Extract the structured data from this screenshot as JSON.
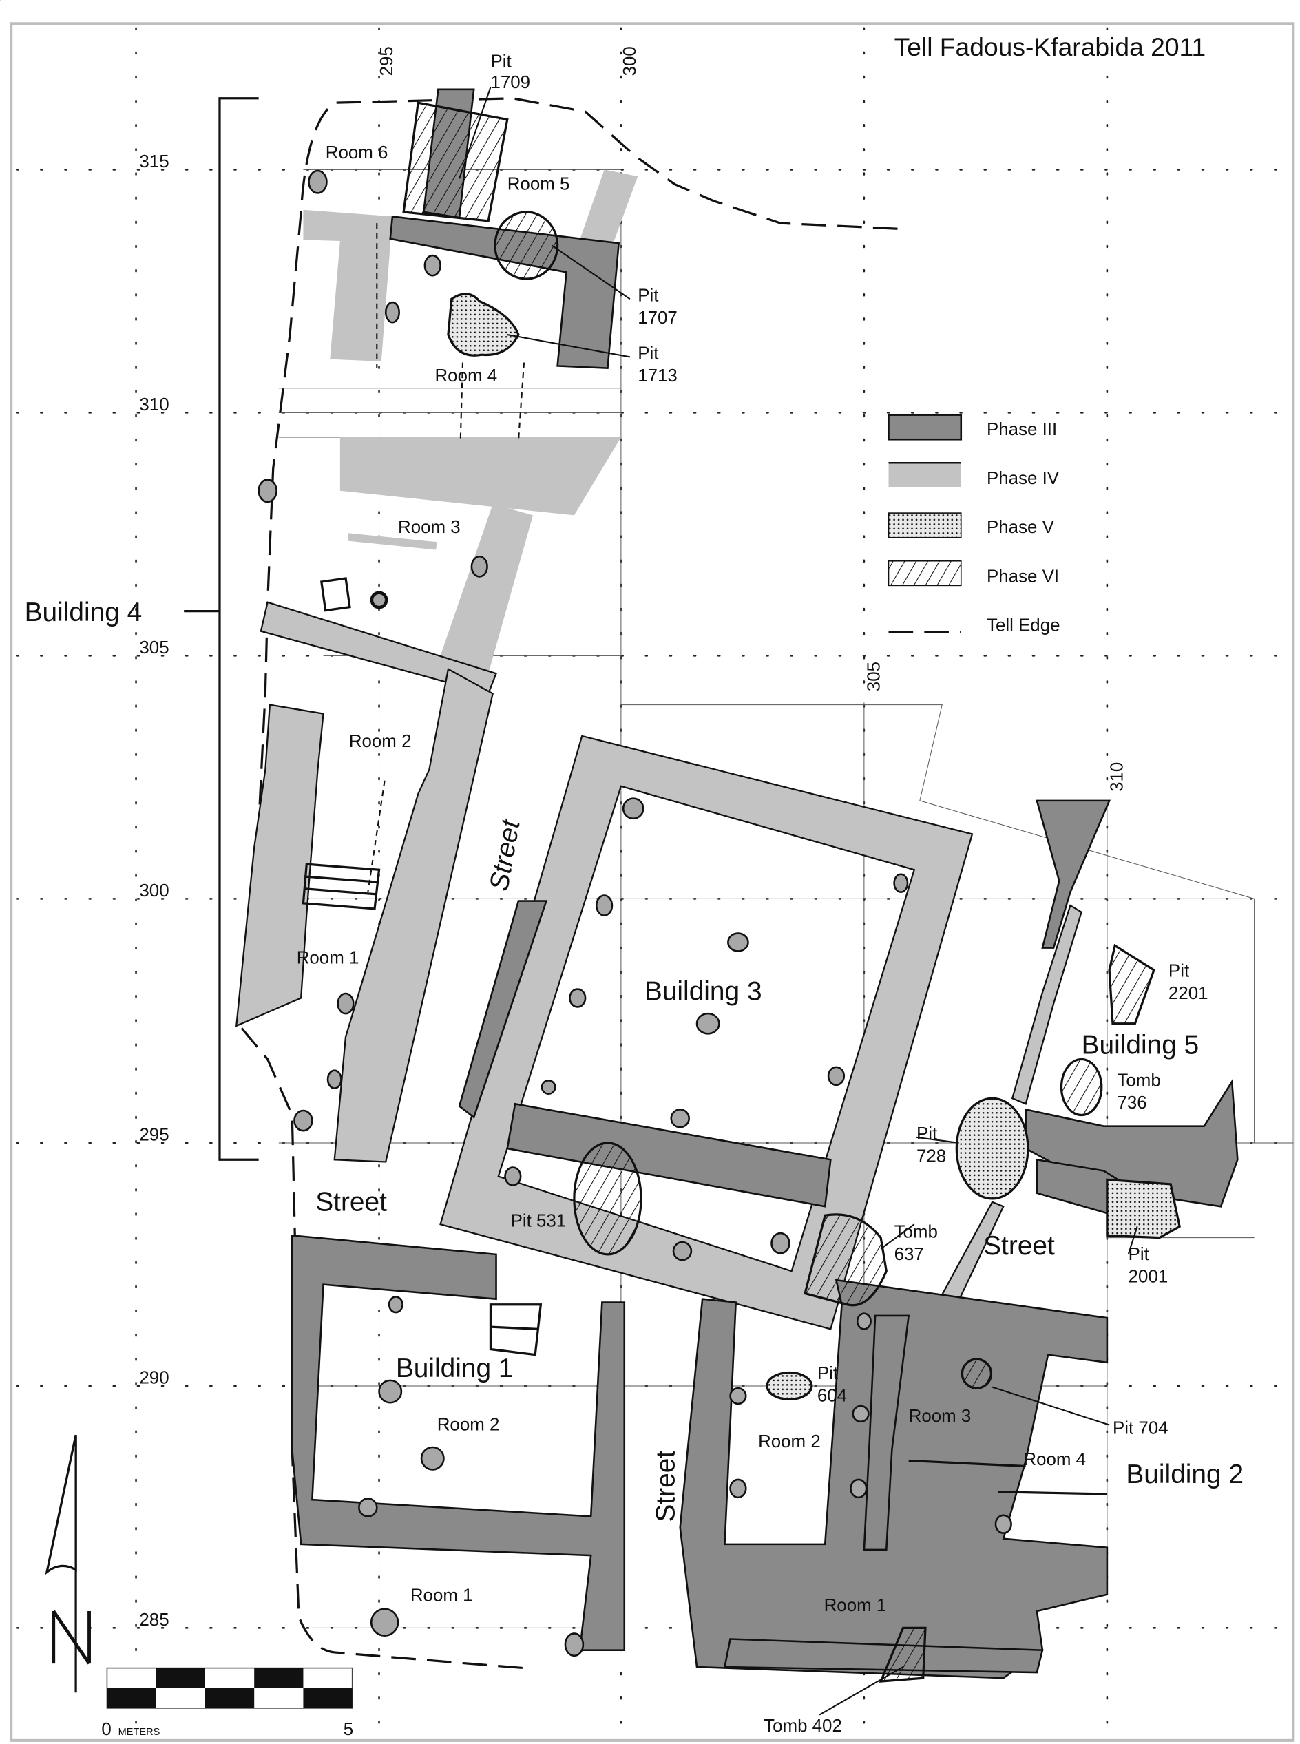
{
  "title": "Tell Fadous-Kfarabida 2011",
  "grid": {
    "easting": [
      "295",
      "300",
      "305",
      "310"
    ],
    "northing": [
      "315",
      "310",
      "305",
      "300",
      "295",
      "290",
      "285"
    ]
  },
  "legend": [
    {
      "label": "Phase III",
      "fill": "#8a8a8a"
    },
    {
      "label": "Phase IV",
      "fill": "#c3c3c3"
    },
    {
      "label": "Phase V",
      "fill": "dotted"
    },
    {
      "label": "Phase VI",
      "fill": "hatched"
    },
    {
      "label": "Tell Edge",
      "fill": "dashed-line"
    }
  ],
  "labels": {
    "pit1709": [
      "Pit",
      "1709"
    ],
    "room6_b4": "Room 6",
    "room5_b4": "Room 5",
    "pit1707": [
      "Pit",
      "1707"
    ],
    "pit1713": [
      "Pit",
      "1713"
    ],
    "room4_b4": "Room 4",
    "room3_b4": "Room 3",
    "building4": "Building 4",
    "room2_b4": "Room 2",
    "street_n": "Street",
    "room1_b4": "Room 1",
    "building3": "Building 3",
    "street_w": "Street",
    "pit531": "Pit 531",
    "tomb637": [
      "Tomb",
      "637"
    ],
    "street_e": "Street",
    "pit728": [
      "Pit",
      "728"
    ],
    "pit2201": [
      "Pit",
      "2201"
    ],
    "building5": "Building 5",
    "tomb736": [
      "Tomb",
      "736"
    ],
    "pit2001": [
      "Pit",
      "2001"
    ],
    "building1": "Building 1",
    "room2_b1": "Room 2",
    "street_s": "Street",
    "pit604": [
      "Pit",
      "604"
    ],
    "room2_b2": "Room 2",
    "room3_b2": "Room 3",
    "pit704": "Pit 704",
    "room4_b2": "Room 4",
    "building2": "Building 2",
    "room1_b1": "Room 1",
    "room1_b2": "Room 1",
    "tomb402": "Tomb 402"
  },
  "scale_bar": {
    "start": "0",
    "unit": "METERS",
    "end": "5"
  },
  "north_arrow": {
    "letter": "N",
    "icon": "north-arrow-icon"
  },
  "colors": {
    "phase3": "#8a8a8a",
    "phase4": "#c3c3c3",
    "frame": "#bdbdbd"
  }
}
